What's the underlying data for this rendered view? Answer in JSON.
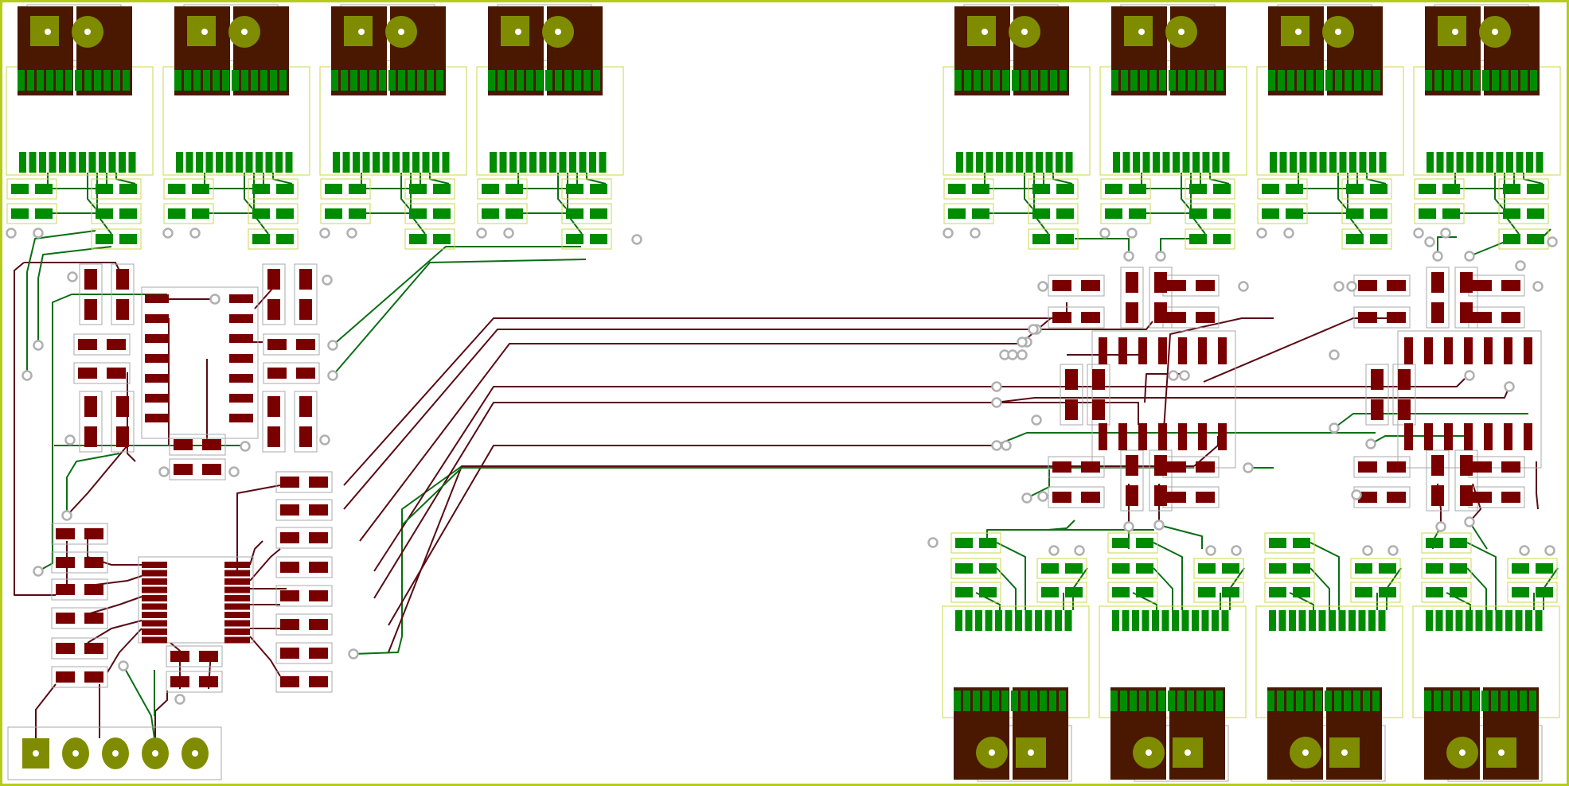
{
  "view": {
    "kind": "pcb-layout"
  },
  "colors": {
    "background": "#ffffff",
    "board_outline": "#b5cc1a",
    "silkscreen": "#c9d94a",
    "courtyard": "#a8a8a8",
    "copper_top": "#008c00",
    "copper_bottom": "#7a0000",
    "trace_top": "#0a6e14",
    "trace_bottom": "#5a0a14",
    "pad_tht": "#808c00",
    "connector_body": "#4a1800",
    "via_ring": "#b0b0b0"
  },
  "layers": [
    {
      "name": "top-copper",
      "color": "#008c00"
    },
    {
      "name": "bottom-copper",
      "color": "#7a0000"
    }
  ],
  "counts": {
    "top_modules": 8,
    "bottom_modules": 4,
    "main_header_pins": 5,
    "soic_packages": 2,
    "dense_ics": 4
  }
}
